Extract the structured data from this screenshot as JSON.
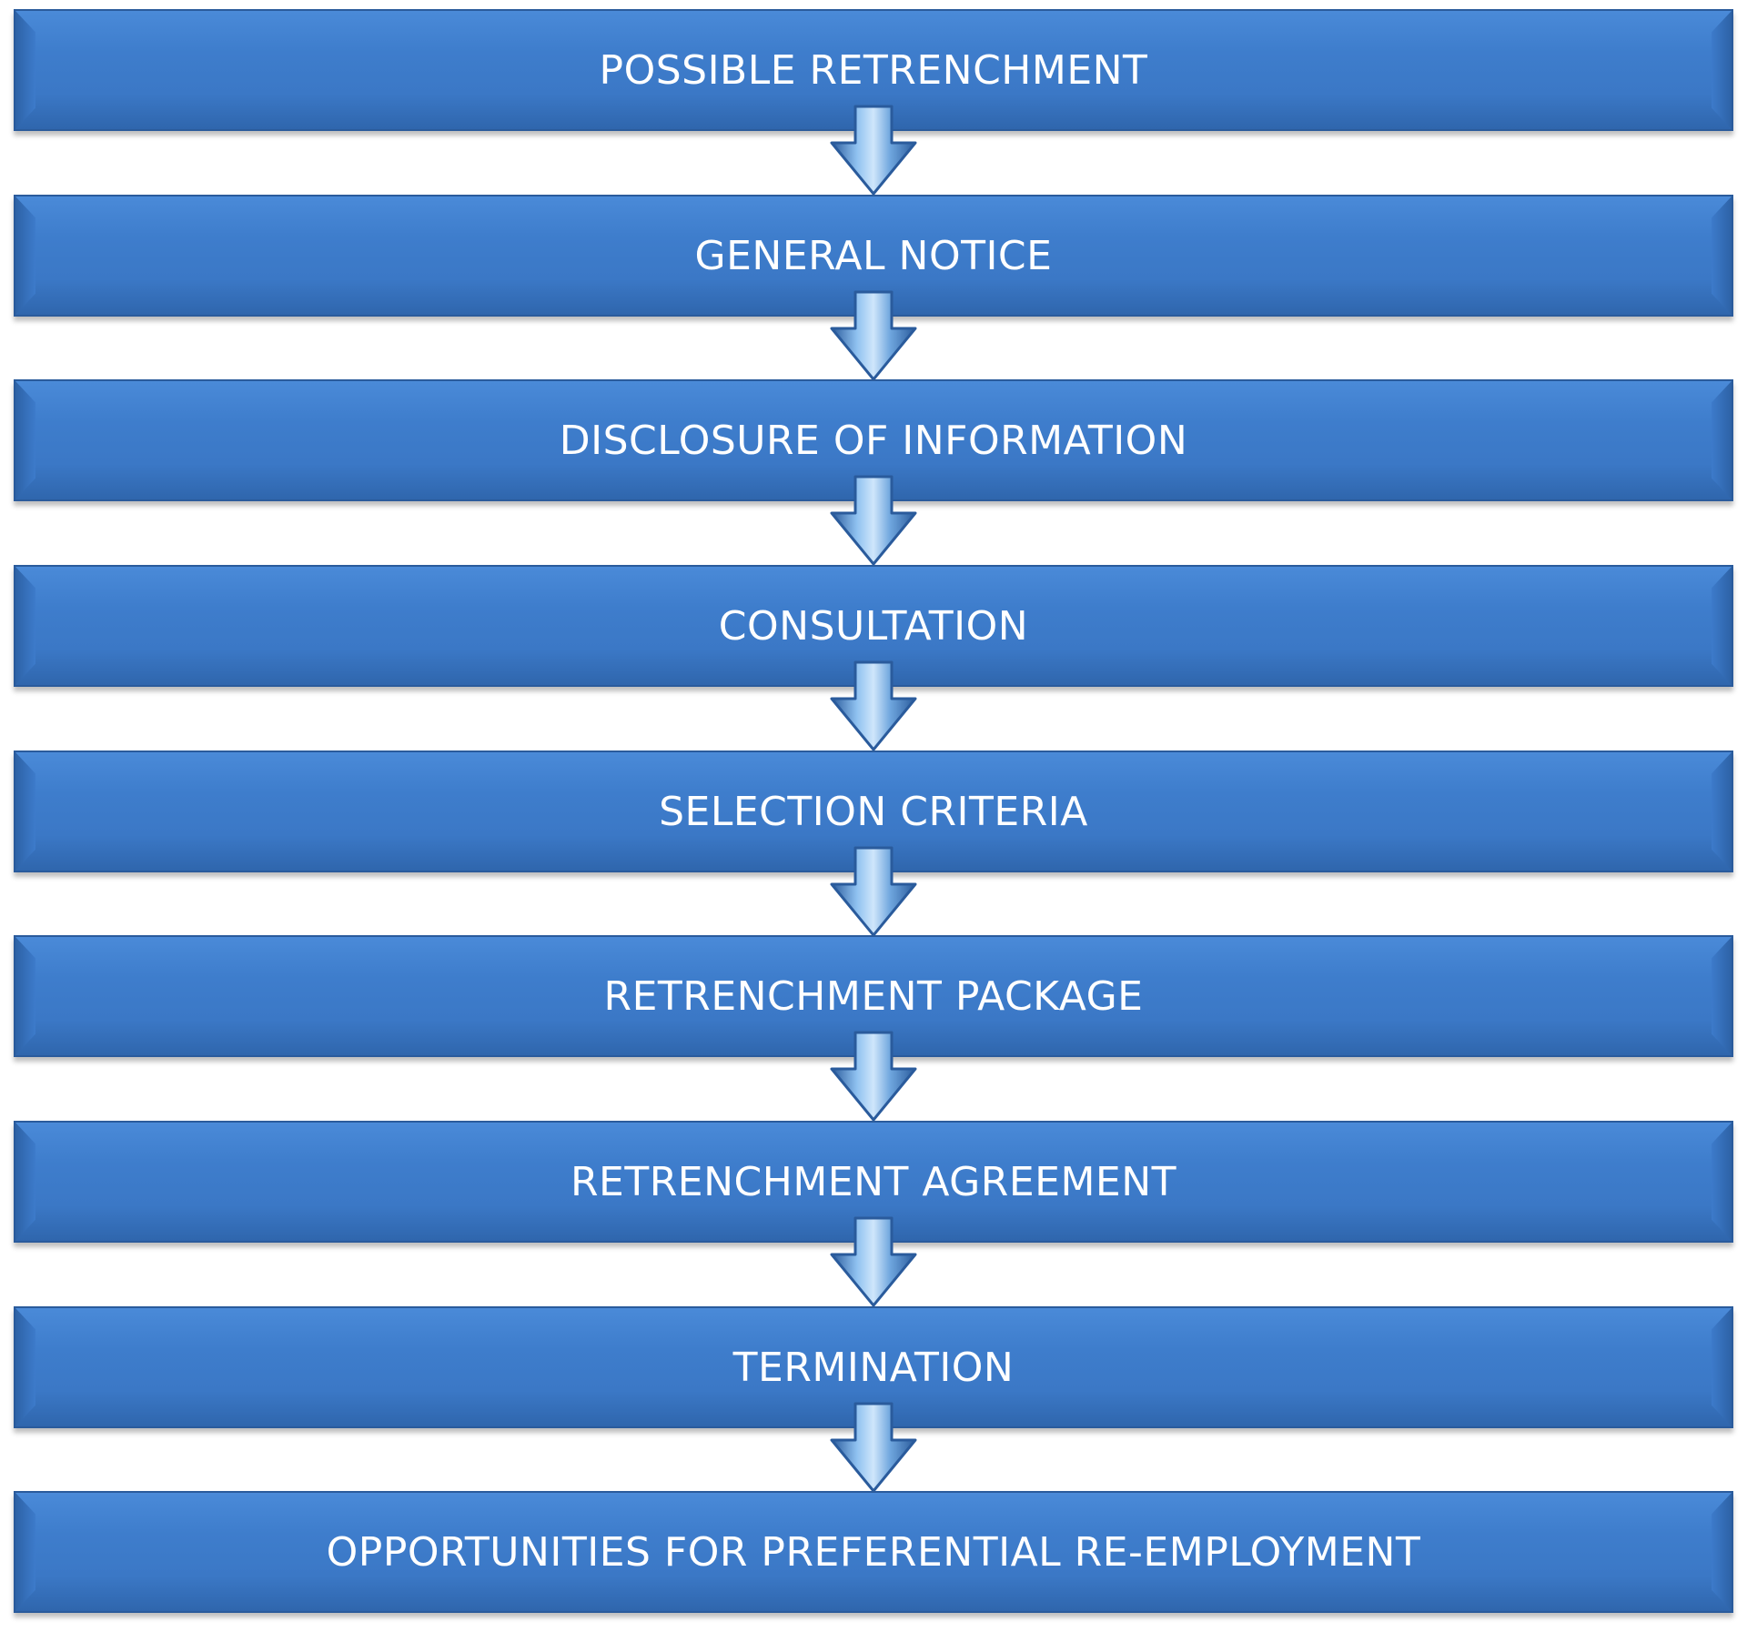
{
  "steps": [
    {
      "label": "POSSIBLE RETRENCHMENT"
    },
    {
      "label": "GENERAL NOTICE"
    },
    {
      "label": "DISCLOSURE OF INFORMATION"
    },
    {
      "label": "CONSULTATION"
    },
    {
      "label": "SELECTION CRITERIA"
    },
    {
      "label": "RETRENCHMENT PACKAGE"
    },
    {
      "label": "RETRENCHMENT AGREEMENT"
    },
    {
      "label": "TERMINATION"
    },
    {
      "label": "OPPORTUNITIES FOR PREFERENTIAL RE-EMPLOYMENT"
    }
  ],
  "colors": {
    "box_fill": "#3b78c6",
    "box_border": "#2a5b9c",
    "text": "#ffffff",
    "arrow_fill": "#3f82cf"
  },
  "icons": {
    "connector": "down-arrow-icon"
  }
}
